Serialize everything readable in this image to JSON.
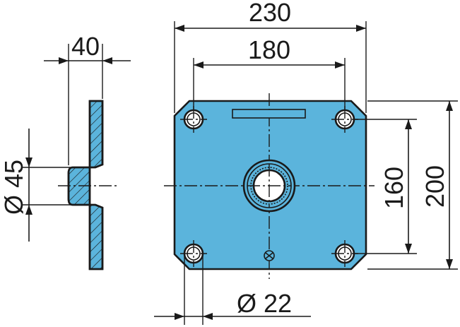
{
  "colors": {
    "part_fill": "#5bb4dc",
    "line": "#1a1a1a",
    "background": "#ffffff"
  },
  "dimensions": {
    "overall_width": "230",
    "hole_spacing_horizontal": "180",
    "plate_thickness": "40",
    "hub_diameter": "Ø 45",
    "hole_spacing_vertical": "160",
    "overall_height": "200",
    "hole_diameter": "Ø 22"
  }
}
